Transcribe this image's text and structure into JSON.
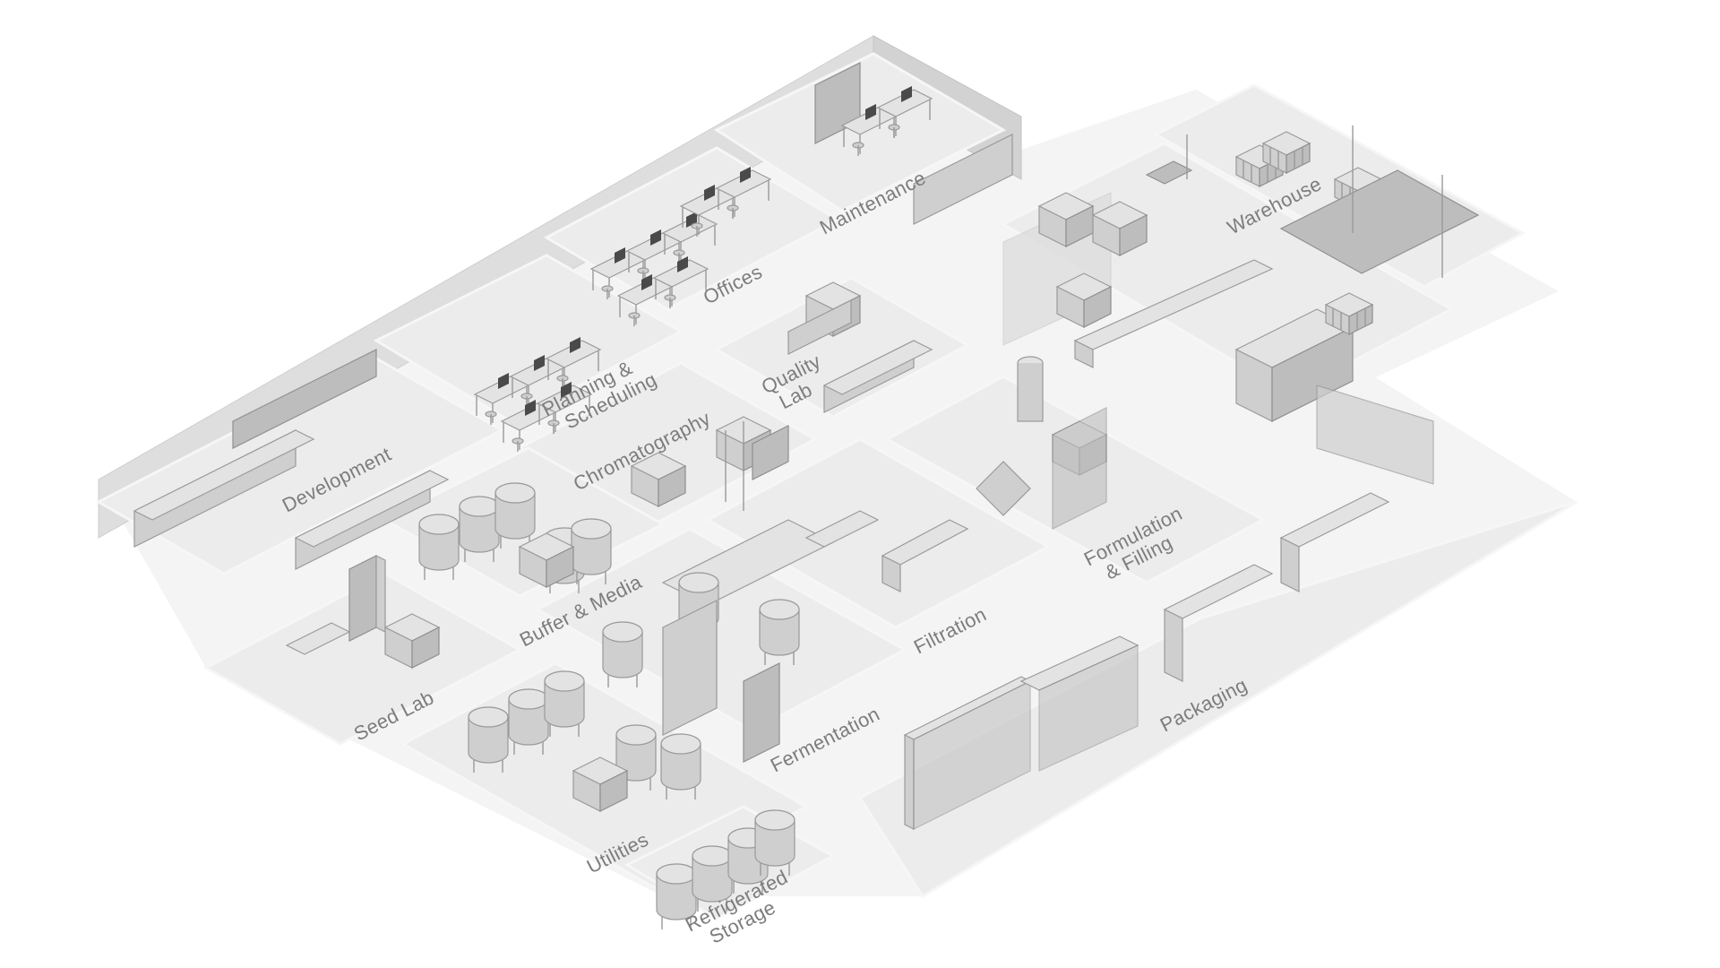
{
  "zones": {
    "maintenance": "Maintenance",
    "offices": "Offices",
    "warehouse": "Warehouse",
    "planning": [
      "Planning &",
      "Scheduling"
    ],
    "quality_lab": [
      "Quality",
      "Lab"
    ],
    "development": "Development",
    "chromatography": "Chromatography",
    "formulation": [
      "Formulation",
      "& Filling"
    ],
    "buffer_media": "Buffer & Media",
    "filtration": "Filtration",
    "seed_lab": "Seed Lab",
    "fermentation": "Fermentation",
    "packaging": "Packaging",
    "utilities": "Utilities",
    "refrigerated_storage": [
      "Refrigerated",
      "Storage"
    ]
  }
}
